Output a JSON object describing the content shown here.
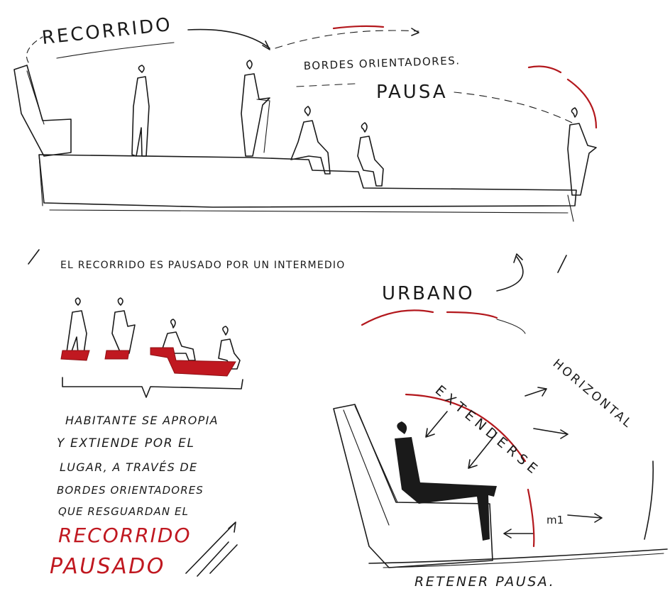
{
  "labels": {
    "recorrido_top": "RECORRIDO",
    "bordes_orientadores": "BORDES ORIENTADORES.",
    "pausa": "PAUSA",
    "caption_line1": "EL RECORRIDO ES PAUSADO POR UN INTERMEDIO",
    "caption_line2": "URBANO",
    "habitante_1": "HABITANTE SE APROPIA",
    "habitante_2": "Y EXTIENDE POR EL",
    "habitante_3": "LUGAR, A TRAVÉS DE",
    "habitante_4": "BORDES ORIENTADORES",
    "habitante_5": "QUE RESGUARDAN EL",
    "recorrido_red": "RECORRIDO",
    "pausado_red": "PAUSADO",
    "extenderse": "EXTENDERSE",
    "horizontal": "HORIZONTAL",
    "m1": "m1",
    "retener_pausa": "RETENER PAUSA."
  },
  "colors": {
    "ink": "#1a1a1a",
    "accent_red": "#c01820"
  }
}
